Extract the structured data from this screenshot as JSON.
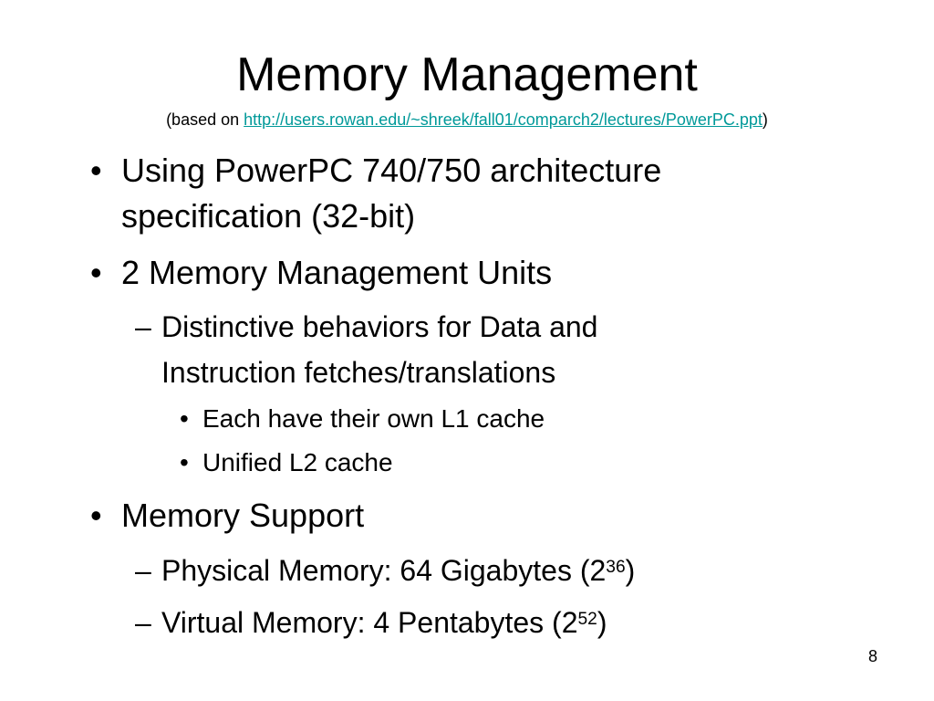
{
  "slide": {
    "title": "Memory Management",
    "subtitle": {
      "prefix": "(based on ",
      "link_text": "http://users.rowan.edu/~shreek/fall01/comparch2/lectures/PowerPC.ppt",
      "suffix": ")"
    },
    "markers": {
      "level1": "•",
      "level2": "–",
      "level3": "•"
    },
    "bullets": {
      "b1_line1": "Using PowerPC 740/750 architecture",
      "b1_line2": "specification (32-bit)",
      "b2": "2 Memory Management Units",
      "b2_1_line1": "Distinctive behaviors for Data and",
      "b2_1_line2": "Instruction fetches/translations",
      "b2_1_1": "Each have their own L1 cache",
      "b2_1_2": "Unified L2 cache",
      "b3": "Memory Support",
      "b3_1_text": "Physical Memory: 64 Gigabytes (2",
      "b3_1_exp": "36",
      "b3_1_close": ")",
      "b3_2_text": "Virtual Memory: 4 Pentabytes (2",
      "b3_2_exp": "52",
      "b3_2_close": ")"
    },
    "page_number": "8",
    "colors": {
      "link": "#009999",
      "text": "#000000",
      "background": "#ffffff"
    }
  }
}
